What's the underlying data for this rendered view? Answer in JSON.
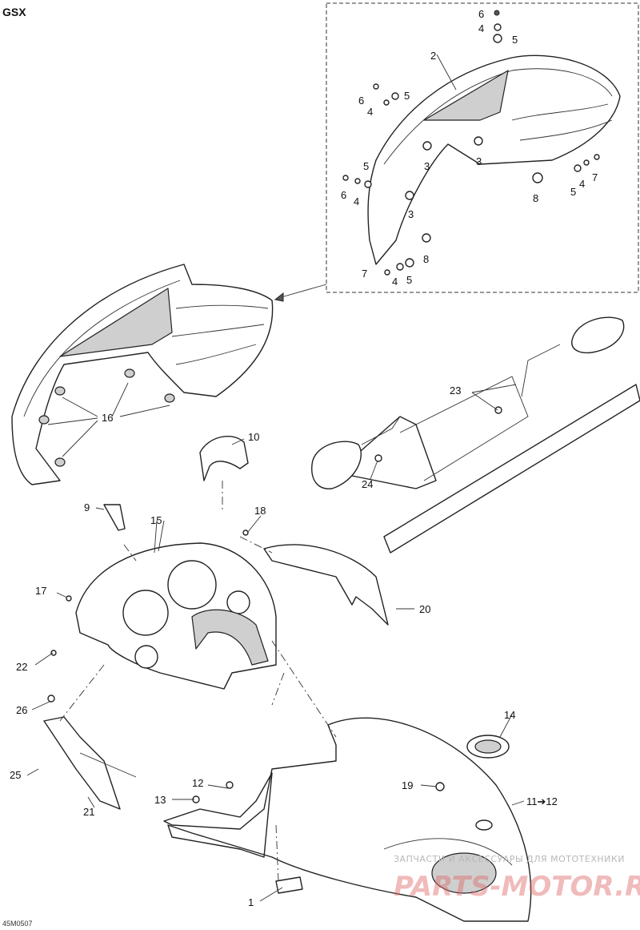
{
  "title": "GSX",
  "drawing_code": "45M0507",
  "watermark": {
    "line1": "ЗАПЧАСТИ И АКСЕССУАРЫ ДЛЯ МОТОТЕХНИКИ",
    "line2": "PARTS-MOTOR.RU"
  },
  "callouts": {
    "c1": "1",
    "c2": "2",
    "c3a": "3",
    "c3b": "3",
    "c3c": "3",
    "c4a": "4",
    "c4b": "4",
    "c4c": "4",
    "c4d": "4",
    "c4e": "4",
    "c5a": "5",
    "c5b": "5",
    "c5c": "5",
    "c5d": "5",
    "c5e": "5",
    "c6a": "6",
    "c6b": "6",
    "c6c": "6",
    "c7a": "7",
    "c7b": "7",
    "c8a": "8",
    "c8b": "8",
    "c9": "9",
    "c10": "10",
    "c11": "11➔12",
    "c12": "12",
    "c13": "13",
    "c14": "14",
    "c15": "15",
    "c16": "16",
    "c17": "17",
    "c18": "18",
    "c19": "19",
    "c20": "20",
    "c21": "21",
    "c22": "22",
    "c23": "23",
    "c24": "24",
    "c25": "25",
    "c26": "26"
  }
}
